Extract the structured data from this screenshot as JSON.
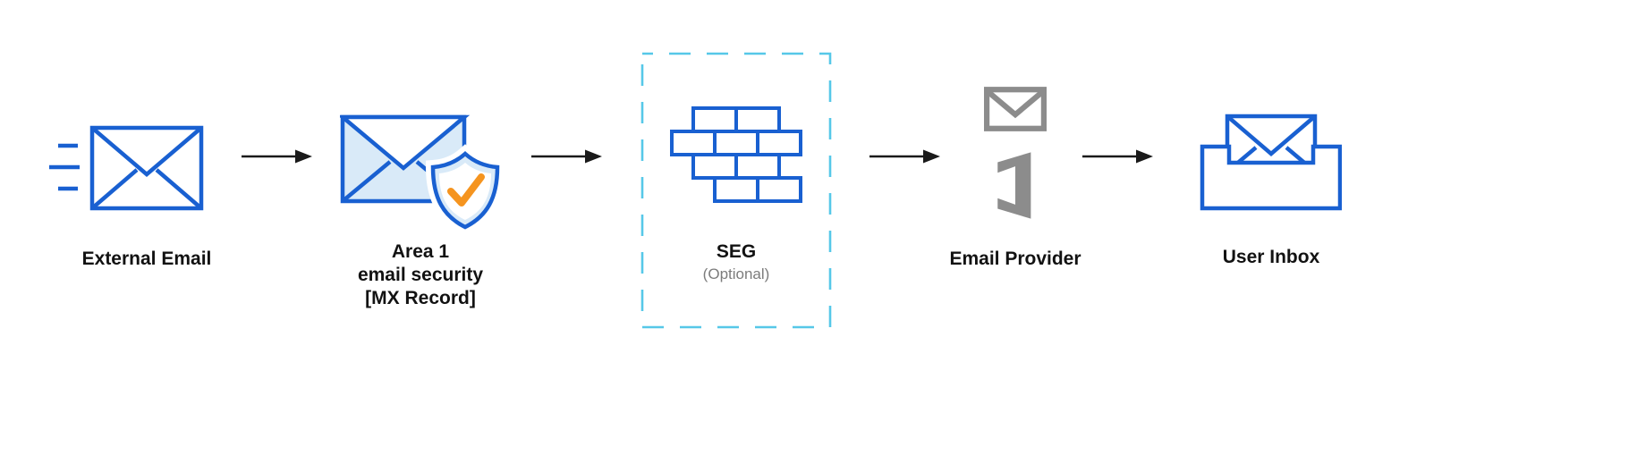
{
  "colors": {
    "primary_blue": "#1960D1",
    "light_blue_fill": "#D9EAF8",
    "dashed_cyan": "#56C8E8",
    "gray_icon": "#8C8C8C",
    "arrow_black": "#1A1A1A",
    "label_text": "#121212",
    "muted_text": "#7C7C7C",
    "check_orange": "#F5941F"
  },
  "diagram": {
    "nodes": [
      {
        "id": "external-email",
        "label": "External Email",
        "icon": "speeding-envelope-icon"
      },
      {
        "id": "area1-email-security",
        "label_lines": [
          "Area 1",
          "email security",
          "[MX Record]"
        ],
        "icon": "envelope-shield-check-icon"
      },
      {
        "id": "seg",
        "label": "SEG",
        "sublabel": "(Optional)",
        "icon": "firewall-bricks-icon",
        "boundary_style": "dashed-optional"
      },
      {
        "id": "email-provider",
        "label": "Email Provider",
        "icons": [
          "gmail-icon",
          "office-icon"
        ]
      },
      {
        "id": "user-inbox",
        "label": "User Inbox",
        "icon": "inbox-envelope-icon"
      }
    ],
    "connectors": [
      {
        "from": "external-email",
        "to": "area1-email-security"
      },
      {
        "from": "area1-email-security",
        "to": "seg"
      },
      {
        "from": "seg",
        "to": "email-provider"
      },
      {
        "from": "email-provider",
        "to": "user-inbox"
      }
    ]
  }
}
